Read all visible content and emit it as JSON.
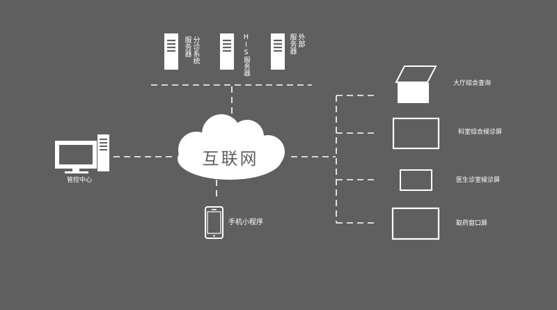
{
  "colors": {
    "background": "#5f5f5f",
    "foreground": "#ffffff",
    "cloud_text": "#5f5f5f"
  },
  "center": {
    "label": "互联网",
    "icon": "cloud-icon"
  },
  "servers": [
    {
      "label_col1": "分诊系统",
      "label_col2": "服务器",
      "icon": "server-icon"
    },
    {
      "label_col1": "HIS服务器",
      "label_col2": "",
      "icon": "server-icon"
    },
    {
      "label_col1": "外部",
      "label_col2": "服务器",
      "icon": "server-icon"
    }
  ],
  "management": {
    "label": "管控中心",
    "icon": "desktop-computer-icon"
  },
  "mobile": {
    "label": "手机小程序",
    "icon": "smartphone-icon"
  },
  "displays": [
    {
      "label": "大厅综合查询",
      "icon": "kiosk-icon"
    },
    {
      "label": "科室综合候诊屏",
      "icon": "monitor-icon"
    },
    {
      "label": "医生诊室候诊屏",
      "icon": "monitor-small-icon"
    },
    {
      "label": "取药窗口屏",
      "icon": "monitor-icon"
    }
  ]
}
